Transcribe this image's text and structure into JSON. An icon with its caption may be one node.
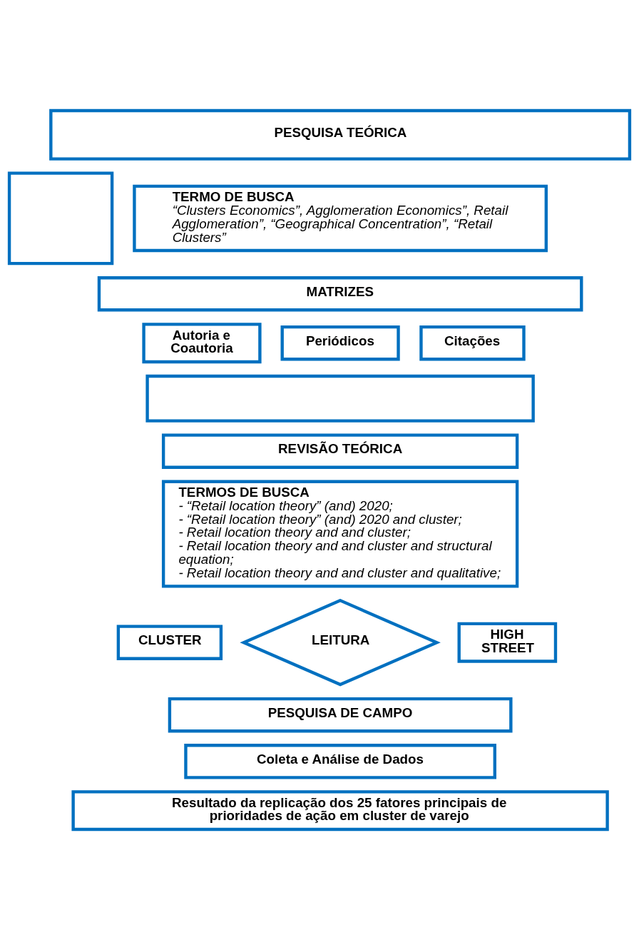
{
  "diagram": {
    "nodes": [
      {
        "text": [
          "PESQUISA TEÓRICA"
        ]
      },
      {
        "text": [],
        "shape": "box"
      },
      {
        "text": [
          "TERMO DE BUSCA",
          "“Clusters Economics”, Agglomeration Economics”, Retail Agglomeration”, “Geographical Concentration”, “Retail Clusters”"
        ]
      },
      {
        "text": [
          "MATRIZES"
        ]
      },
      {
        "text": [
          "Autoria e Coautoria"
        ]
      },
      {
        "text": [
          "Periódicos"
        ]
      },
      {
        "text": [
          "Citações"
        ]
      },
      {
        "text": [],
        "shape": "box"
      },
      {
        "text": [
          "REVISÃO TEÓRICA"
        ]
      },
      {
        "text": [
          "TERMOS DE BUSCA",
          "- “Retail location theory” (and) 2020;",
          "- “Retail location theory” (and) 2020 and cluster;",
          "- Retail location theory and and cluster;",
          "- Retail location theory and and cluster and structural equation;",
          "- Retail location theory and and cluster and qualitative;"
        ]
      },
      {
        "text": [
          "CLUSTER"
        ]
      },
      {
        "text": [
          "LEITURA"
        ]
      },
      {
        "text": [
          "HIGH STREET"
        ]
      },
      {
        "text": [
          "PESQUISA DE CAMPO"
        ]
      },
      {
        "text": [
          "Coleta e Análise de Dados"
        ]
      },
      {
        "text": [
          "Resultado da replicação dos 25 fatores principais de prioridades de ação em cluster de varejo"
        ]
      }
    ],
    "edges": []
  }
}
